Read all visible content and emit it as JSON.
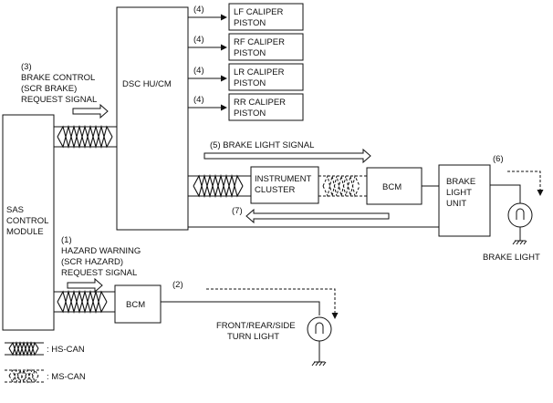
{
  "blocks": {
    "dsc": "DSC HU/CM",
    "sas": [
      "SAS",
      "CONTROL",
      "MODULE"
    ],
    "lf": [
      "LF CALIPER",
      "PISTON"
    ],
    "rf": [
      "RF CALIPER",
      "PISTON"
    ],
    "lr": [
      "LR CALIPER",
      "PISTON"
    ],
    "rr": [
      "RR CALIPER",
      "PISTON"
    ],
    "instrument_cluster": [
      "INSTRUMENT",
      "CLUSTER"
    ],
    "bcm_upper": "BCM",
    "bcm_lower": "BCM",
    "brake_light_unit": [
      "BRAKE",
      "LIGHT",
      "UNIT"
    ]
  },
  "labels": {
    "num4": "(4)",
    "brake_control": [
      "(3)",
      "BRAKE CONTROL",
      "(SCR BRAKE)",
      "REQUEST SIGNAL"
    ],
    "brake_light_signal": "(5) BRAKE LIGHT SIGNAL",
    "num6": "(6)",
    "num7": "(7)",
    "hazard": [
      "(1)",
      "HAZARD WARNING",
      "(SCR HAZARD)",
      "REQUEST SIGNAL"
    ],
    "num2": "(2)",
    "brake_light": "BRAKE LIGHT",
    "turn_light": [
      "FRONT/REAR/SIDE",
      "TURN LIGHT"
    ]
  },
  "legend": {
    "hs_can": ": HS-CAN",
    "ms_can": ": MS-CAN"
  }
}
